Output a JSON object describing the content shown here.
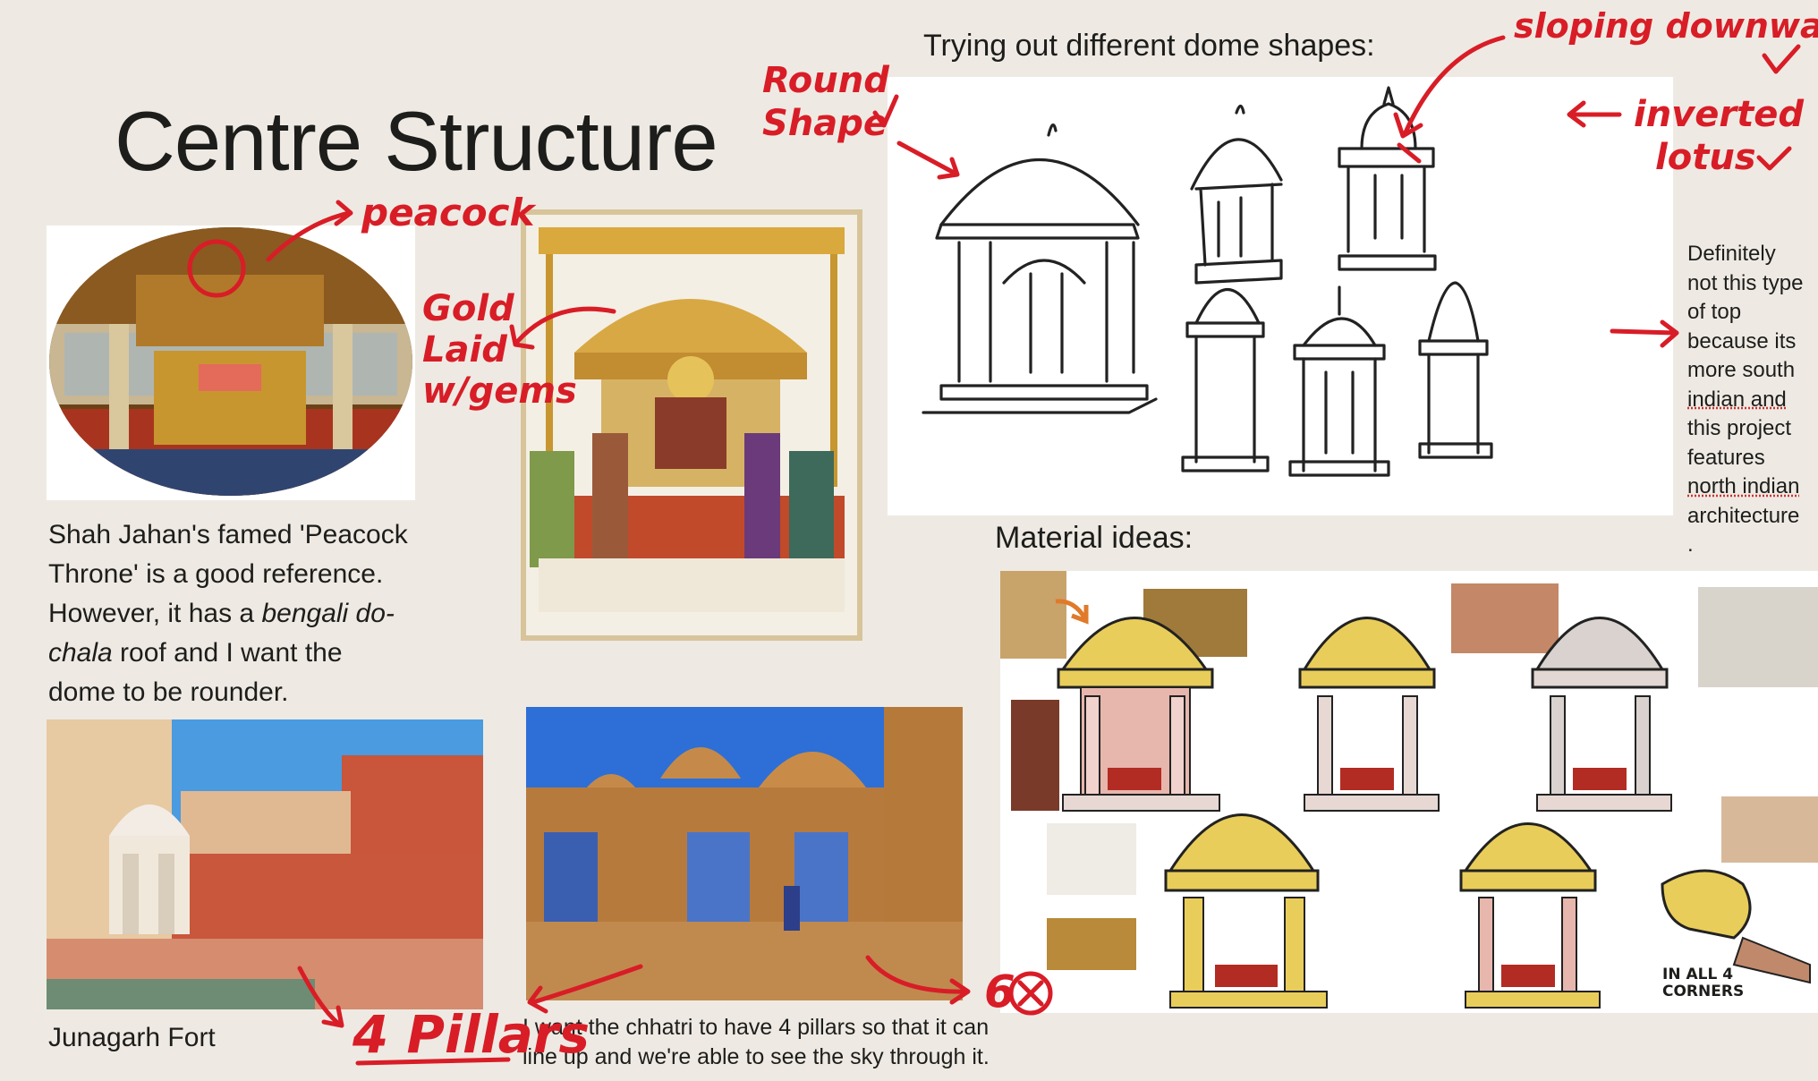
{
  "slide": {
    "title": "Centre Structure",
    "colors": {
      "background": "#eeeae3",
      "annotation_red": "#d81d27",
      "gold": "#e9cd5a",
      "pink": "#e7b6ad"
    }
  },
  "dome_section": {
    "heading": "Trying out different dome shapes:",
    "note_lines": [
      "Definitely",
      "not this type",
      "of top",
      "because its",
      "more south",
      "indian and",
      "this project",
      "features",
      "north indian",
      "architecture",
      "."
    ]
  },
  "material_section": {
    "heading": "Material ideas:",
    "corner_note_lines": [
      "IN ALL 4",
      "CORNERS"
    ]
  },
  "peacock_throne": {
    "caption_lines": [
      {
        "text": "Shah Jahan's famed 'Peacock"
      },
      {
        "text": "Throne' is a good reference."
      },
      {
        "text": "However, it has a ",
        "italic": "bengali do-"
      },
      {
        "italic": "chala",
        "text": " roof and I want the"
      },
      {
        "text": "dome to be rounder."
      }
    ]
  },
  "fort": {
    "label": "Junagarh Fort"
  },
  "chhatri": {
    "note_lines": [
      "I want the chhatri to have 4 pillars so that it can",
      "line up and we're able to see the sky through it."
    ]
  },
  "annotations": {
    "peacock": "peacock",
    "gold_laid": [
      "Gold",
      "Laid",
      "w/gems"
    ],
    "round_shape": [
      "Round",
      "Shape"
    ],
    "sloping": "sloping downwards",
    "inverted_lotus": [
      "inverted",
      "lotus"
    ],
    "four_pillars": "4 Pillars",
    "six": "6"
  }
}
